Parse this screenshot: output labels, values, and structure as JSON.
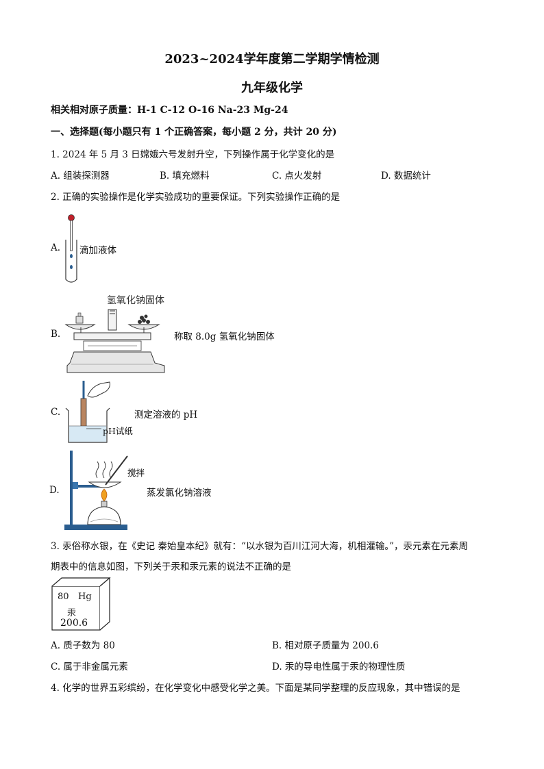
{
  "header": {
    "title": "2023~2024学年度第二学期学情检测",
    "subtitle": "九年级化学",
    "atomic_masses": "相关相对原子质量：H-1   C-12   O-16   Na-23   Mg-24"
  },
  "section1": {
    "heading": "一、选择题(每小题只有 1 个正确答案，每小题 2 分，共计 20 分)"
  },
  "q1": {
    "stem": "1. 2024 年 5 月 3 日嫦娥六号发射升空，下列操作属于化学变化的是",
    "options": [
      "A.  组装探测器",
      "B.  填充燃料",
      "C.  点火发射",
      "D.  数据统计"
    ]
  },
  "q2": {
    "stem": "2. 正确的实验操作是化学实验成功的重要保证。下列实验操作正确的是",
    "optA": {
      "letter": "A.",
      "caption": "滴加液体"
    },
    "optB": {
      "letter": "B.",
      "caption": "称取 8.0g 氢氧化钠固体",
      "figure_label": "氢氧化钠固体"
    },
    "optC": {
      "letter": "C.",
      "caption": "测定溶液的 pH",
      "figure_label": "pH试纸"
    },
    "optD": {
      "letter": "D.",
      "caption": "蒸发氯化钠溶液",
      "figure_label": "搅拌"
    }
  },
  "q3": {
    "stem_line1": "3. 汞俗称水银，在《史记 秦始皇本纪》就有：“以水银为百川江河大海，机相灌输。”，汞元素在元素周",
    "stem_line2": "期表中的信息如图，下列关于汞和汞元素的说法不正确的是",
    "element": {
      "number": "80",
      "symbol": "Hg",
      "name": "汞",
      "mass": "200.6"
    },
    "options": [
      "A.  质子数为 80",
      "B.  相对原子质量为 200.6",
      "C.  属于非金属元素",
      "D.  汞的导电性属于汞的物理性质"
    ]
  },
  "q4": {
    "stem": "4. 化学的世界五彩缤纷，在化学变化中感受化学之美。下面是某同学整理的反应现象，其中错误的是"
  }
}
